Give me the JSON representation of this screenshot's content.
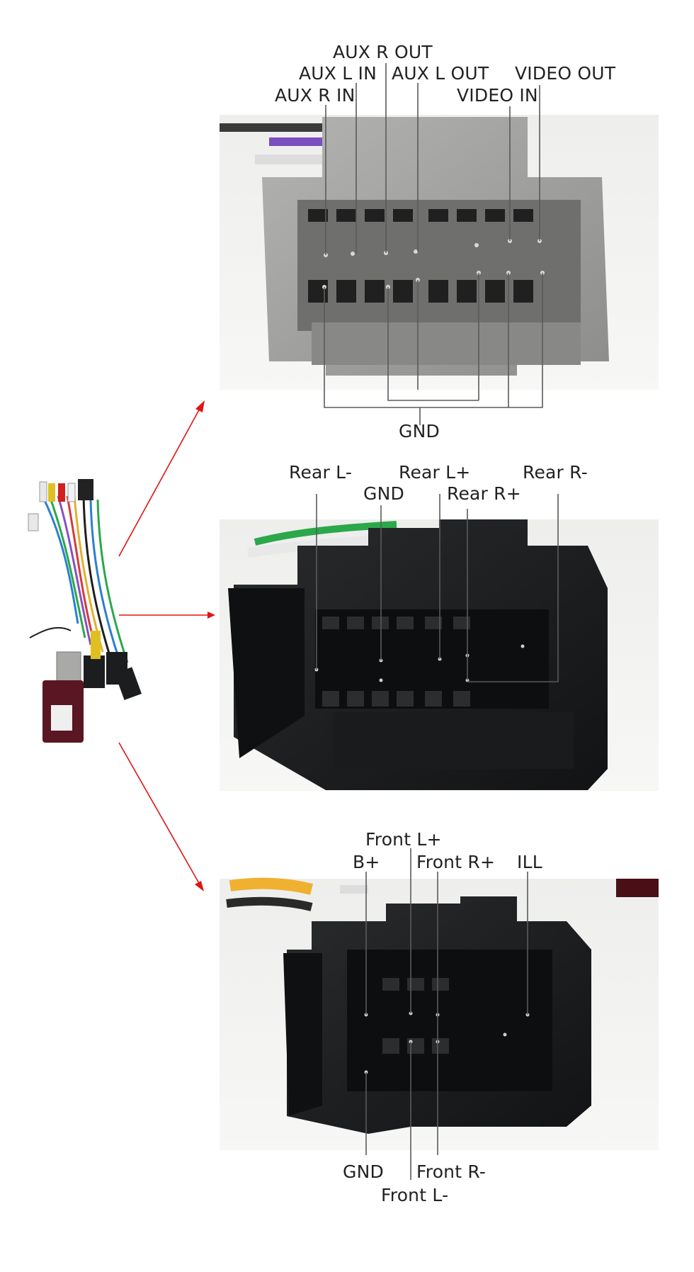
{
  "connector_1": {
    "labels_top": [
      "AUX R OUT",
      "AUX L IN",
      "AUX L OUT",
      "VIDEO OUT",
      "AUX R IN",
      "VIDEO IN"
    ],
    "label_bottom": "GND"
  },
  "connector_2": {
    "labels_top": [
      "Rear L-",
      "Rear L+",
      "Rear R-",
      "GND",
      "Rear R+"
    ]
  },
  "connector_3": {
    "labels_top": [
      "Front L+",
      "B+",
      "Front R+",
      "ILL"
    ],
    "labels_bottom": [
      "GND",
      "Front R-",
      "Front L-"
    ]
  },
  "colors": {
    "arrow": "#e01414",
    "connector_grey": "#9a9a98",
    "connector_black": "#1c1d1f"
  }
}
